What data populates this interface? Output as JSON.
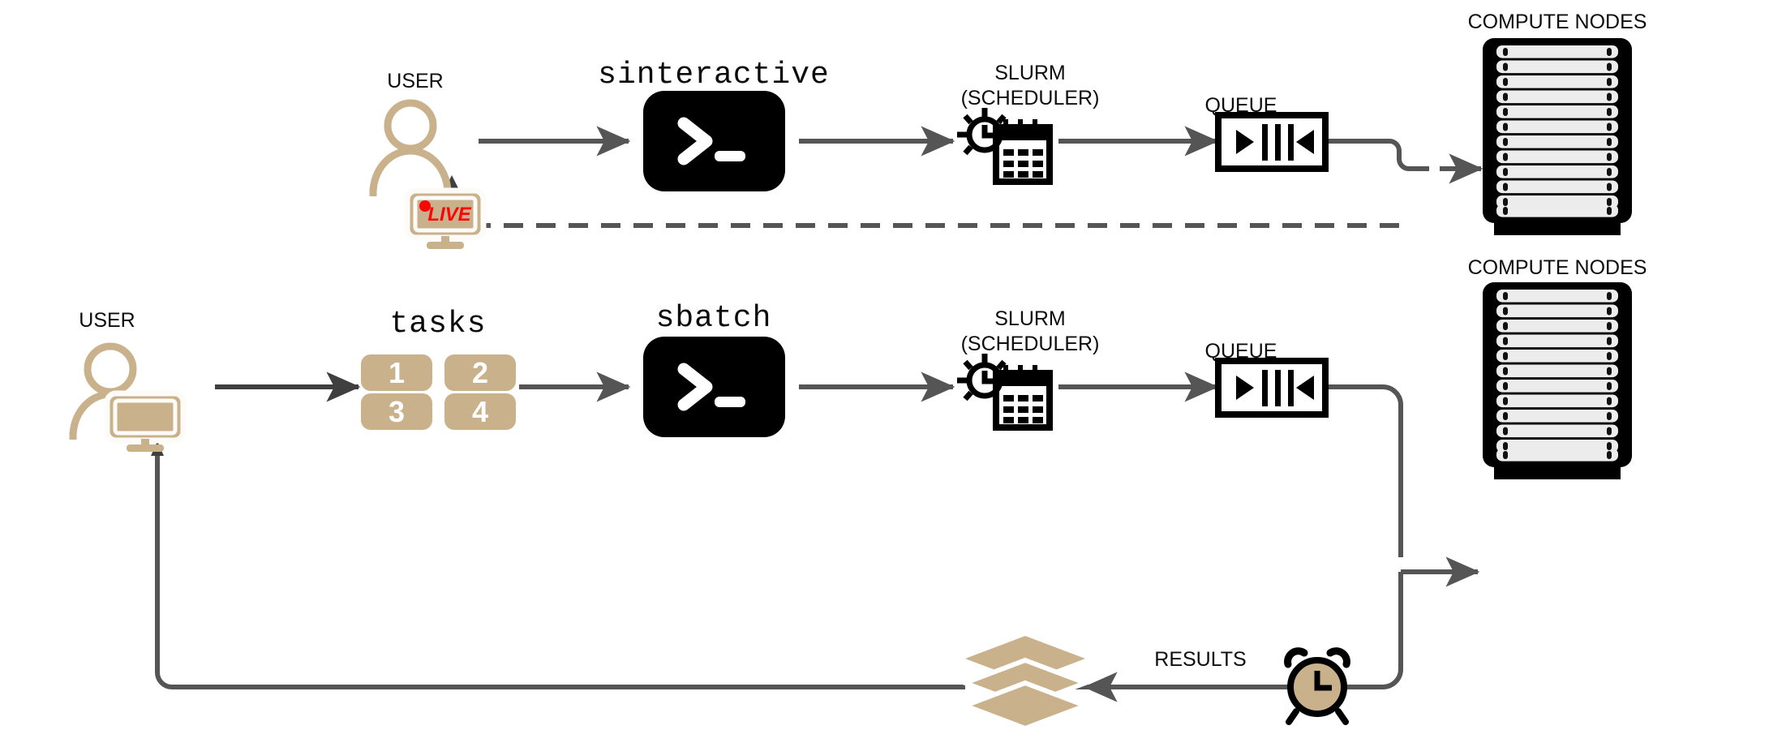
{
  "diagram": {
    "title": "SLURM interactive vs batch job submission workflow",
    "colors": {
      "tan": "#c9b18c",
      "arrow_gray": "#555555",
      "black": "#000000",
      "rack_slot": "#ececec",
      "live_red": "#f90606",
      "label_text": "#0d0d0d"
    },
    "rows": [
      {
        "id": "interactive",
        "user_label": "USER",
        "command_label": "sinteractive",
        "scheduler_label_line1": "SLURM",
        "scheduler_label_line2": "(SCHEDULER)",
        "queue_label": "QUEUE",
        "compute_label": "COMPUTE NODES",
        "monitor_badge": "LIVE",
        "rack_slots": 12,
        "return_path_style": "dashed"
      },
      {
        "id": "batch",
        "user_label": "USER",
        "tasks_label": "tasks",
        "task_tiles": [
          "1",
          "2",
          "3",
          "4"
        ],
        "command_label": "sbatch",
        "scheduler_label_line1": "SLURM",
        "scheduler_label_line2": "(SCHEDULER)",
        "queue_label": "QUEUE",
        "compute_label": "COMPUTE NODES",
        "results_label": "RESULTS",
        "rack_slots": 12,
        "return_path_style": "solid"
      }
    ],
    "icons": {
      "user": "user-person-icon",
      "monitor_live": "live-monitor-icon",
      "monitor": "desktop-monitor-icon",
      "terminal": "terminal-prompt-icon",
      "scheduler": "clock-calendar-icon",
      "queue": "queue-bars-icon",
      "rack": "server-rack-icon",
      "layers": "stacked-layers-icon",
      "alarm": "alarm-clock-icon"
    }
  }
}
